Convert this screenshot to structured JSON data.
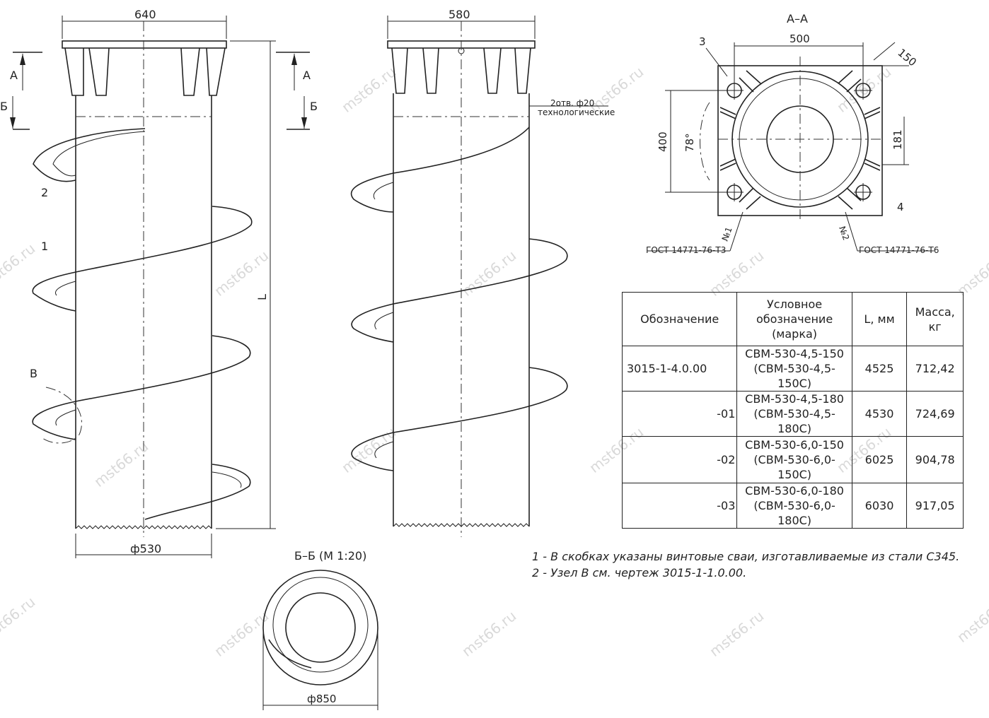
{
  "dims": {
    "top_width_left": "640",
    "top_width_mid": "580",
    "diameter_pipe": "ф530",
    "length": "L",
    "section_width": "500",
    "section_height": "400",
    "angle": "78°",
    "offset_181": "181",
    "offset_150": "150",
    "bb_diameter": "ф850",
    "holes_note_1": "2отв. ф20",
    "holes_note_2": "технологические"
  },
  "labels": {
    "section_aa": "А–А",
    "section_bb": "Б–Б (М 1:20)",
    "cut_a": "А",
    "cut_b": "Б",
    "pos_1": "1",
    "pos_2": "2",
    "pos_3": "3",
    "pos_4": "4",
    "node_b": "В",
    "weld_1": "№1",
    "weld_2": "№2",
    "gost_left": "ГОСТ 14771-76-Т3",
    "gost_right": "ГОСТ 14771-76-Т6"
  },
  "table": {
    "headers": [
      "Обозначение",
      "Условное обозначение (марка)",
      "L, мм",
      "Масса, кг"
    ],
    "rows": [
      {
        "designation": "3015-1-4.0.00",
        "mark": "СВМ-530-4,5-150",
        "mark2": "(СВМ-530-4,5-150С)",
        "length": "4525",
        "mass": "712,42"
      },
      {
        "designation": "-01",
        "mark": "СВМ-530-4,5-180",
        "mark2": "(СВМ-530-4,5-180С)",
        "length": "4530",
        "mass": "724,69"
      },
      {
        "designation": "-02",
        "mark": "СВМ-530-6,0-150",
        "mark2": "(СВМ-530-6,0-150С)",
        "length": "6025",
        "mass": "904,78"
      },
      {
        "designation": "-03",
        "mark": "СВМ-530-6,0-180",
        "mark2": "(СВМ-530-6,0-180С)",
        "length": "6030",
        "mass": "917,05"
      }
    ]
  },
  "notes": [
    "1 - В скобках указаны винтовые сваи, изготавливаемые из стали С345.",
    "2 - Узел В см. чертеж 3015-1-1.0.00."
  ],
  "watermark": "mst66.ru"
}
